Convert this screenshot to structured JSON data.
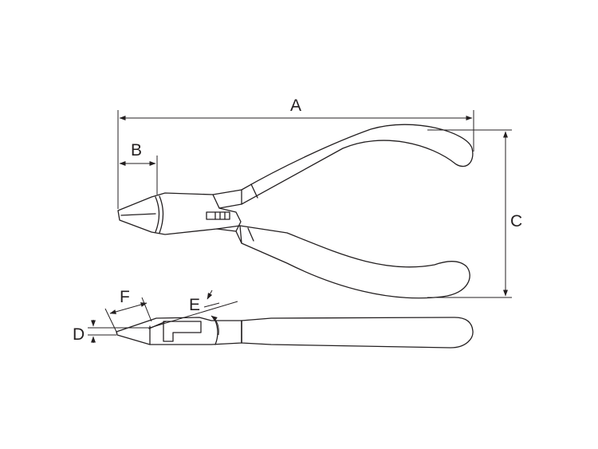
{
  "dimensions": {
    "A": "A",
    "B": "B",
    "C": "C",
    "D": "D",
    "E": "E",
    "F": "F"
  },
  "colors": {
    "line": "#231f20",
    "background": "#ffffff"
  }
}
